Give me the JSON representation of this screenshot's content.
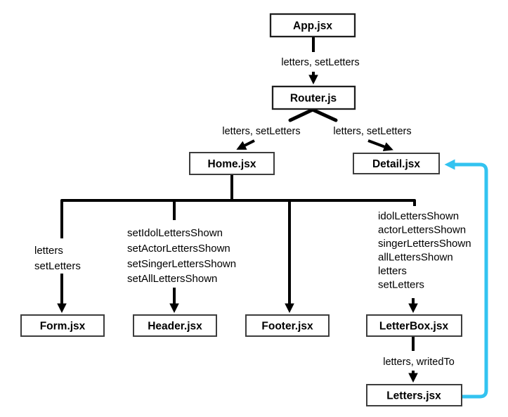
{
  "diagram": {
    "nodes": {
      "app": "App.jsx",
      "router": "Router.js",
      "home": "Home.jsx",
      "detail": "Detail.jsx",
      "form": "Form.jsx",
      "header": "Header.jsx",
      "footer": "Footer.jsx",
      "letterbox": "LetterBox.jsx",
      "letters": "Letters.jsx"
    },
    "edge_labels": {
      "app_to_router": "letters, setLetters",
      "router_to_home": "letters, setLetters",
      "router_to_detail": "letters, setLetters",
      "home_to_form": [
        "letters",
        "setLetters"
      ],
      "home_to_header": [
        "setIdolLettersShown",
        "setActorLettersShown",
        "setSingerLettersShown",
        "setAllLettersShown"
      ],
      "home_to_letterbox": [
        "idolLettersShown",
        "actorLettersShown",
        "singerLettersShown",
        "allLettersShown",
        "letters",
        "setLetters"
      ],
      "letterbox_to_letters": "letters, writedTo"
    },
    "colors": {
      "line": "#000000",
      "feedback_line": "#33c3f0",
      "box_border": "#3d3d3d",
      "box_fill": "#ffffff",
      "text": "#000000",
      "background": "#ffffff"
    }
  }
}
